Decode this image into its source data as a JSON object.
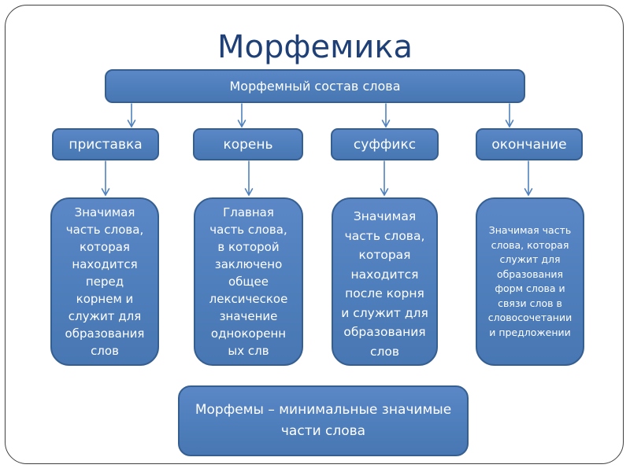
{
  "slide": {
    "title": "Морфемика",
    "root_box": {
      "label": "Морфемный состав слова"
    },
    "morphemes": [
      {
        "label": "приставка",
        "description": "Значимая\nчасть слова,\nкоторая\nнаходится\nперед\nкорнем и\nслужит для\nобразования\nслов"
      },
      {
        "label": "корень",
        "description": "Главная\nчасть слова,\nв которой\nзаключено\nобщее\nлексическое\nзначение\nоднокоренн\nых слв"
      },
      {
        "label": "суффикс",
        "description": "Значимая\nчасть слова,\nкоторая\nнаходится\nпосле корня\nи служит для\nобразования\nслов"
      },
      {
        "label": "окончание",
        "description": "Значимая часть\nслова, которая\nслужит для\nобразования\nформ слова и\nсвязи слов в\nсловосочетании\nи предложении"
      }
    ],
    "footer_box": {
      "label": "Морфемы – минимальные значимые\nчасти слова"
    },
    "colors": {
      "box_fill": "#4F81BD",
      "box_border": "#365F91",
      "box_text": "#FFFFFF",
      "title_text": "#1F4077",
      "arrow": "#4F81BD",
      "frame_border": "#3F3F3F",
      "background": "#FFFFFF"
    }
  }
}
